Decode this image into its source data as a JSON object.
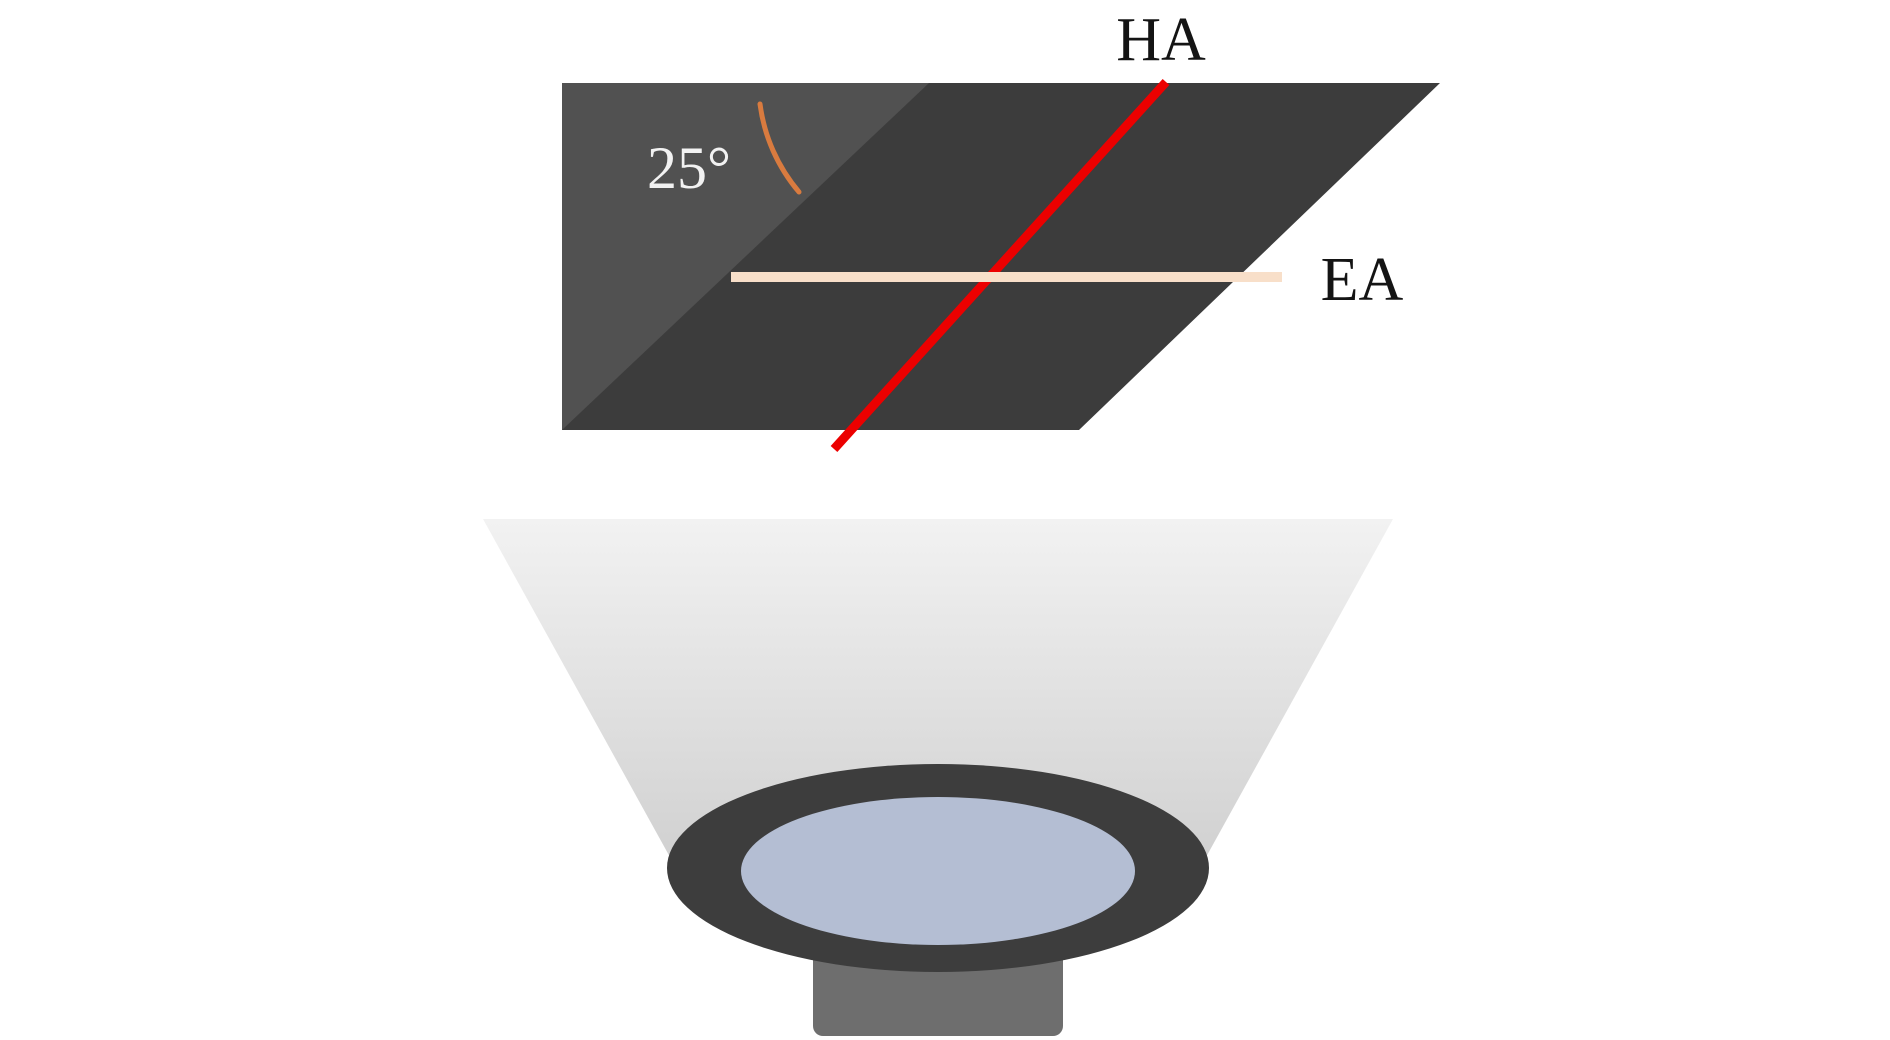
{
  "diagram": {
    "title": "tilted-panel-illuminated-by-lamp",
    "labels": {
      "ha": "HA",
      "ea": "EA",
      "angle": "25°"
    },
    "colors": {
      "background": "#ffffff",
      "panel_dark": "#3c3c3c",
      "panel_light": "#515151",
      "ha_line": "#ec0000",
      "ea_line": "#f8dfc9",
      "arc": "#d97b3f",
      "angle_text": "#f2f2f2",
      "label_text": "#141414",
      "cone_top": "#f2f2f2",
      "cone_bottom": "#d0d0d0",
      "ring": "#3d3d3d",
      "lens": "#b4bed3",
      "base": "#6e6e6e"
    }
  }
}
